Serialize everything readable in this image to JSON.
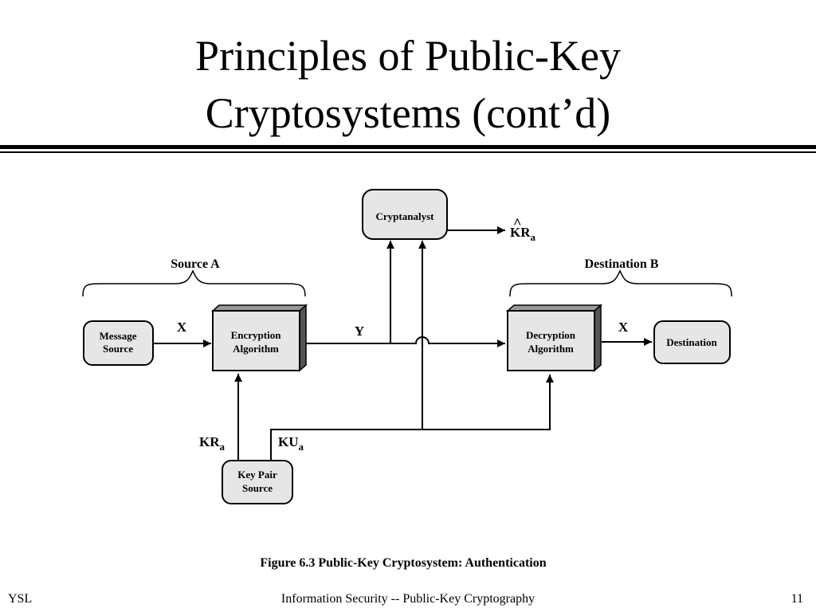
{
  "slide": {
    "title_line1": "Principles of Public-Key",
    "title_line2": "Cryptosystems (cont’d)",
    "footer_left": "YSL",
    "footer_center": "Information Security -- Public-Key Cryptography",
    "footer_right": "11"
  },
  "diagram": {
    "groups": {
      "source": "Source A",
      "destination": "Destination B"
    },
    "nodes": {
      "message_source": [
        "Message",
        "Source"
      ],
      "encryption": [
        "Encryption",
        "Algorithm"
      ],
      "decryption": [
        "Decryption",
        "Algorithm"
      ],
      "destination": "Destination",
      "cryptanalyst": "Cryptanalyst",
      "key_pair_source": [
        "Key Pair",
        "Source"
      ]
    },
    "edges": {
      "x_in": "X",
      "y": "Y",
      "x_out": "X",
      "private_key_base": "KR",
      "private_key_sub": "a",
      "public_key_base": "KU",
      "public_key_sub": "a",
      "estimate_hat": "^",
      "estimate_base": "KR",
      "estimate_sub": "a"
    },
    "caption": "Figure 6.3  Public-Key Cryptosystem: Authentication"
  }
}
